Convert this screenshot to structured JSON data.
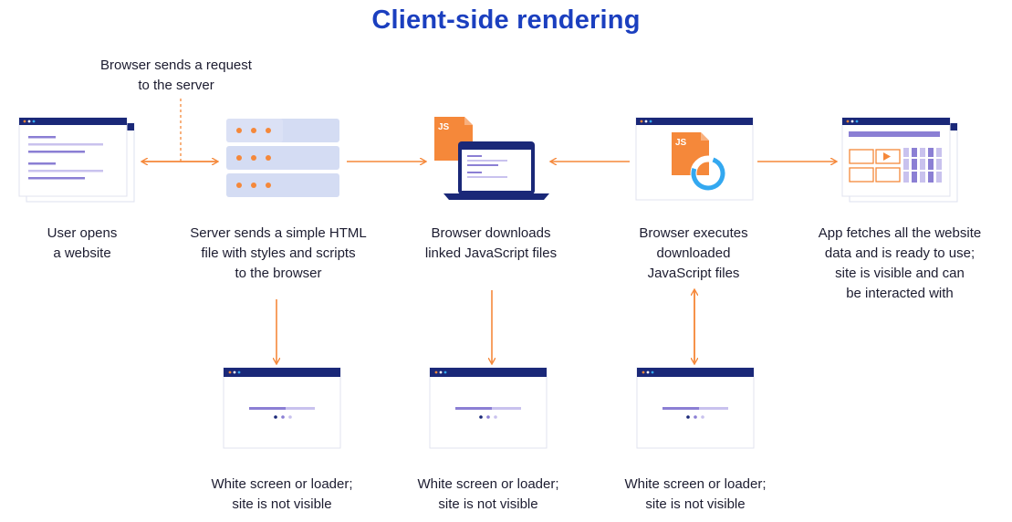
{
  "title": "Client-side rendering",
  "request_note": "Browser sends a request\nto the server",
  "steps": [
    {
      "label": "User opens\na website"
    },
    {
      "label": "Server sends a simple HTML\nfile with styles and scripts\nto the browser"
    },
    {
      "label": "Browser downloads\nlinked JavaScript files"
    },
    {
      "label": "Browser executes\ndownloaded\nJavaScript files"
    },
    {
      "label": "App fetches all the website\ndata and is ready to use;\nsite is visible and can\nbe interacted with"
    }
  ],
  "loader_caption": "White screen or loader;\nsite is not visible",
  "js_badge": "JS",
  "colors": {
    "title": "#1b3fbf",
    "navy": "#1a2878",
    "orange": "#f5883a",
    "lavender": "#8b7fd4",
    "lavender_light": "#c9c2ee",
    "server_blue": "#d4dcf3",
    "donut_blue": "#33a8f0"
  }
}
